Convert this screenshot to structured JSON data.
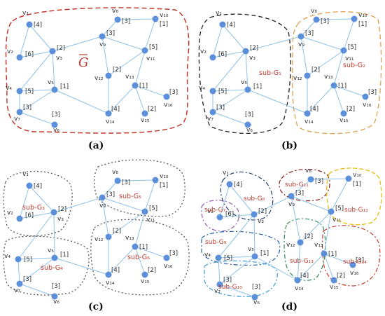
{
  "panels": {
    "a": {
      "caption": "(a)",
      "graph_label": "G"
    },
    "b": {
      "caption": "(b)",
      "subgraphs": [
        "sub-G₁",
        "sub-G₂"
      ]
    },
    "c": {
      "caption": "(c)",
      "subgraphs": [
        "sub-G₃",
        "sub-G₄",
        "sub-G₅",
        "sub-G₆"
      ]
    },
    "d": {
      "caption": "(d)",
      "subgraphs": [
        "sub-G₇",
        "sub-G₈",
        "sub-G₉",
        "sub-G₁₀",
        "sub-G₁₁",
        "sub-G₁₂",
        "sub-G₁₃",
        "sub-G₁₄"
      ]
    }
  },
  "vertices": [
    {
      "name": "v₁",
      "weight": "[4]"
    },
    {
      "name": "v₂",
      "weight": "[6]"
    },
    {
      "name": "v₃",
      "weight": "[2]"
    },
    {
      "name": "v₄",
      "weight": "[5]"
    },
    {
      "name": "v₅",
      "weight": "[1]"
    },
    {
      "name": "v₆",
      "weight": "[3]"
    },
    {
      "name": "v₇",
      "weight": "[3]"
    },
    {
      "name": "v₈",
      "weight": "[3]"
    },
    {
      "name": "v₉",
      "weight": "[3]"
    },
    {
      "name": "v₁₀",
      "weight": "[1]"
    },
    {
      "name": "v₁₁",
      "weight": "[5]"
    },
    {
      "name": "v₁₂",
      "weight": "[2]"
    },
    {
      "name": "v₁₃",
      "weight": "[1]"
    },
    {
      "name": "v₁₄",
      "weight": "[4]"
    },
    {
      "name": "v₁₅",
      "weight": "[2]"
    },
    {
      "name": "v₁₆",
      "weight": "[3]"
    }
  ],
  "edges": [
    [
      1,
      2
    ],
    [
      1,
      3
    ],
    [
      2,
      3
    ],
    [
      3,
      4
    ],
    [
      3,
      5
    ],
    [
      4,
      5
    ],
    [
      4,
      7
    ],
    [
      5,
      7
    ],
    [
      5,
      14
    ],
    [
      7,
      6
    ],
    [
      3,
      9
    ],
    [
      8,
      9
    ],
    [
      8,
      10
    ],
    [
      9,
      11
    ],
    [
      10,
      11
    ],
    [
      9,
      12
    ],
    [
      11,
      12
    ],
    [
      11,
      13
    ],
    [
      12,
      14
    ],
    [
      13,
      16
    ],
    [
      13,
      15
    ],
    [
      13,
      14
    ]
  ],
  "colors": {
    "node": "#5b8fd9",
    "edge": "#8ec1e8",
    "boundary_a": "#c0392b",
    "boundary_b1": "#222222",
    "boundary_b2": "#e0a050",
    "boundary_c": "#555555",
    "boundary_d": [
      "#9b59b6",
      "#c0392b",
      "#1f5faa",
      "#3a9ad9",
      "#8b1a1a",
      "#e6b800",
      "#2e8b57",
      "#c0392b"
    ]
  }
}
